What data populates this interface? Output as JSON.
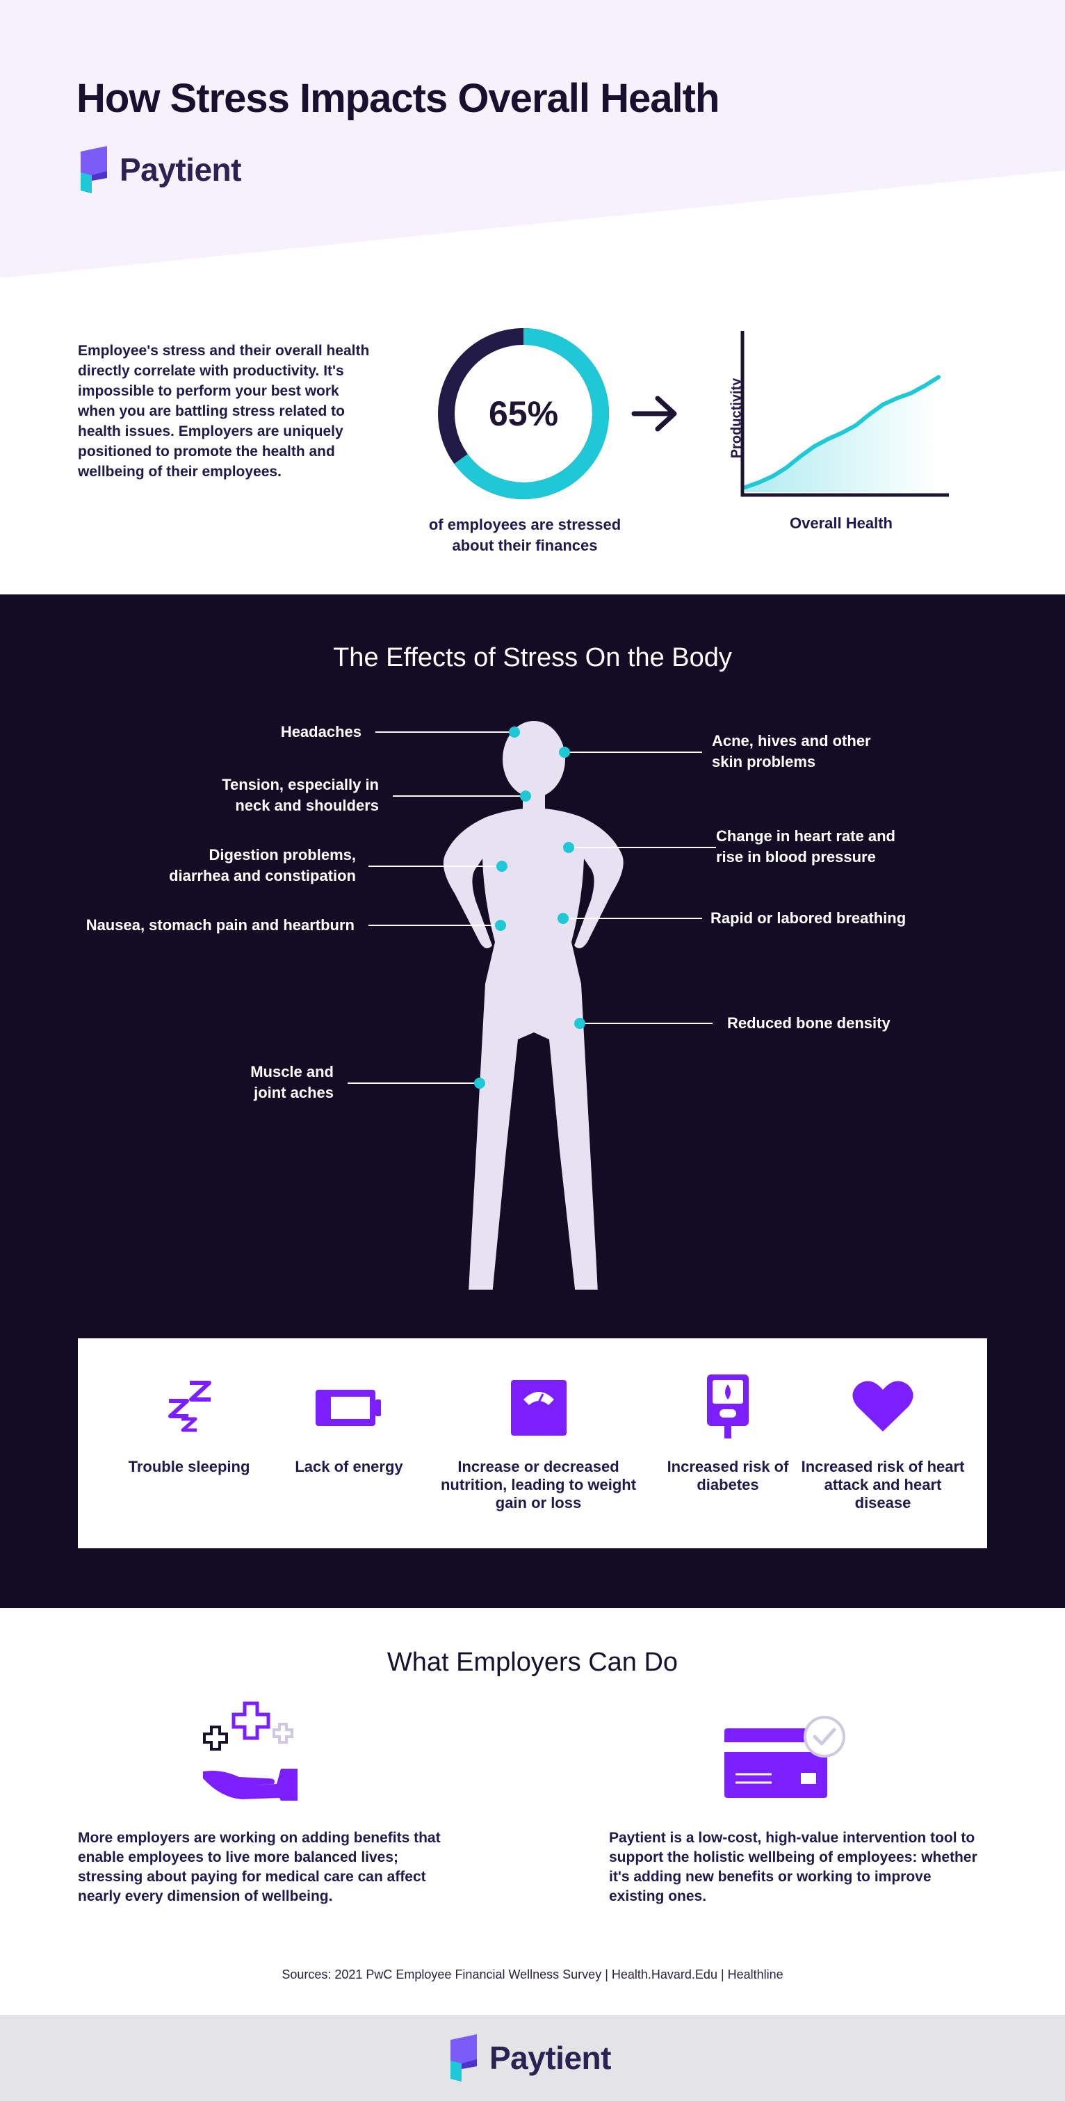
{
  "hero": {
    "title": "How Stress Impacts Overall Health",
    "brand": "Paytient"
  },
  "intro": {
    "text": "Employee's stress and their overall health directly correlate with productivity. It's impossible to perform your best work when you are battling stress related to health issues. Employers are uniquely positioned to promote the health and wellbeing of their employees.",
    "stat_value": "65%",
    "stat_fraction": 0.65,
    "stat_caption": "of employees are stressed about their finances"
  },
  "chart_data": {
    "type": "area",
    "xlabel": "Overall Health",
    "ylabel": "Productivity",
    "title": "",
    "x": [
      0,
      1,
      2,
      3,
      4,
      5,
      6,
      7,
      8,
      9,
      10,
      11,
      12,
      13,
      14
    ],
    "values": [
      4,
      8,
      13,
      20,
      29,
      37,
      43,
      48,
      54,
      63,
      71,
      76,
      80,
      86,
      93
    ],
    "ylim": [
      0,
      100
    ],
    "grid": false
  },
  "effects": {
    "title": "The Effects of Stress On the Body",
    "callouts_left": [
      "Headaches",
      "Tension, especially in neck and shoulders",
      "Digestion problems, diarrhea and constipation",
      "Nausea, stomach pain and heartburn",
      "Muscle and joint aches"
    ],
    "callouts_right": [
      "Acne, hives and other skin problems",
      "Change in heart rate and rise in blood pressure",
      "Rapid or labored breathing",
      "Reduced bone density"
    ],
    "symptoms": [
      {
        "label": "Trouble sleeping",
        "icon": "zzz-icon"
      },
      {
        "label": "Lack of energy",
        "icon": "low-battery-icon"
      },
      {
        "label": "Increase or decreased nutrition, leading to weight gain or loss",
        "icon": "scale-icon"
      },
      {
        "label": "Increased risk of diabetes",
        "icon": "glucose-meter-icon"
      },
      {
        "label": "Increased risk of heart attack and heart disease",
        "icon": "heart-icon"
      }
    ]
  },
  "employers": {
    "title": "What Employers Can Do",
    "left_text": "More employers are working on adding benefits that enable employees to live more balanced lives; stressing about paying for medical care can affect nearly every dimension of wellbeing.",
    "right_text": "Paytient is a low-cost, high-value intervention tool to support the holistic wellbeing of employees: whether it's adding new benefits or working to improve existing ones.",
    "sources": "Sources: 2021 PwC Employee Financial Wellness Survey | Health.Havard.Edu | Healthline"
  },
  "footer": {
    "brand": "Paytient"
  },
  "colors": {
    "navy": "#1d1433",
    "teal": "#1ec8d6",
    "purple": "#7b1fff",
    "lavender": "#f5f0fb",
    "dark_bg": "#140c24",
    "figure": "#e6e2f1"
  }
}
